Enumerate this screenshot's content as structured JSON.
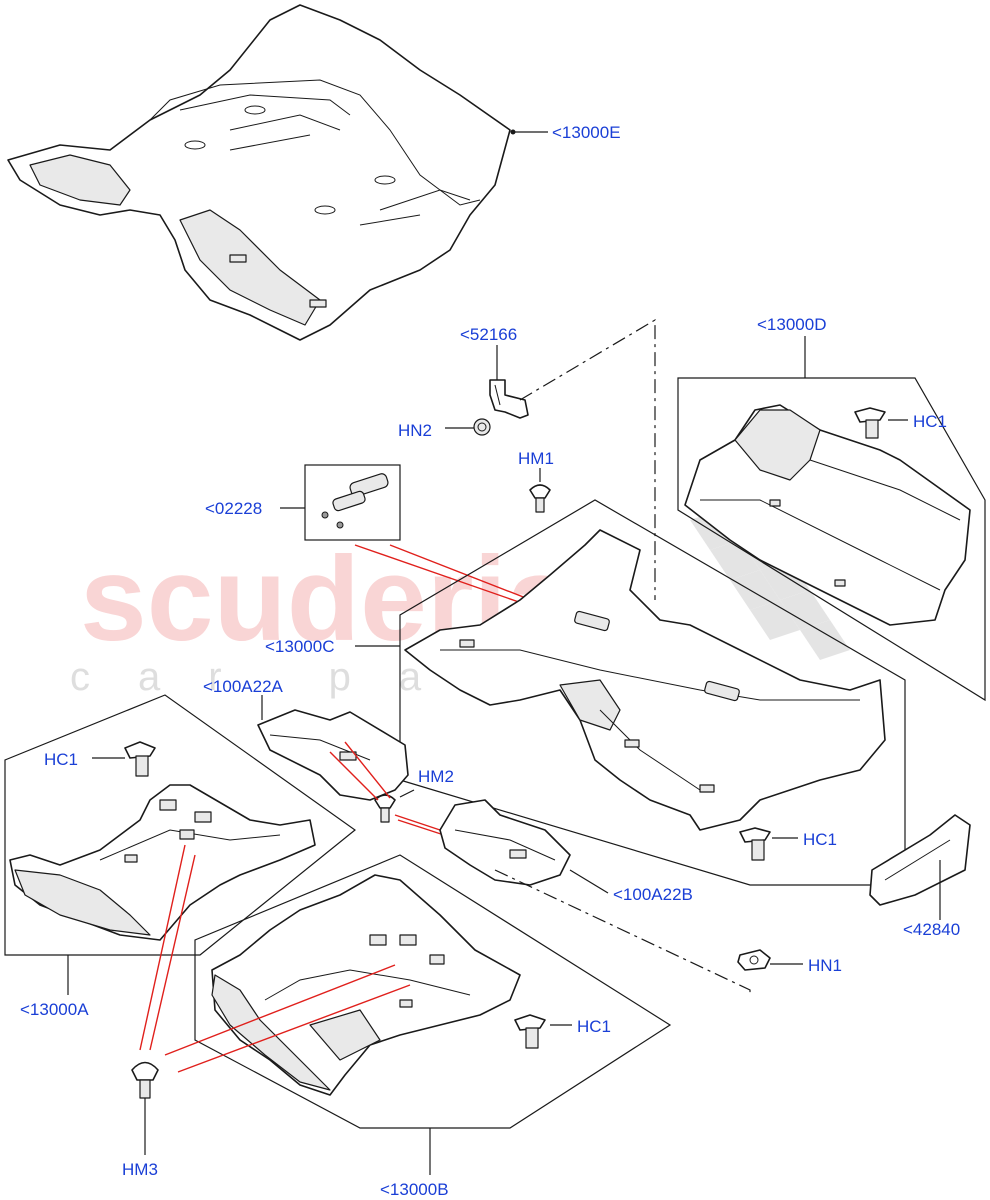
{
  "watermark": {
    "brand": "scuderia",
    "tagline": "car parts"
  },
  "callouts": {
    "c13000E": "<13000E",
    "c52166": "<52166",
    "cHN2": "HN2",
    "c13000D": "<13000D",
    "cHC1_d": "HC1",
    "cHM1": "HM1",
    "c02228": "<02228",
    "c13000C": "<13000C",
    "c100A22A": "<100A22A",
    "cHC1_a": "HC1",
    "cHM2": "HM2",
    "cHC1_c": "HC1",
    "c100A22B": "<100A22B",
    "c42840": "<42840",
    "cHN1": "HN1",
    "c13000A": "<13000A",
    "cHC1_b": "HC1",
    "cHM3": "HM3",
    "c13000B": "<13000B"
  },
  "colors": {
    "label": "#1a3fd6",
    "leader_red": "#e0201c",
    "outline": "#1a1a1a",
    "watermark_red": "#f5b3b3"
  }
}
